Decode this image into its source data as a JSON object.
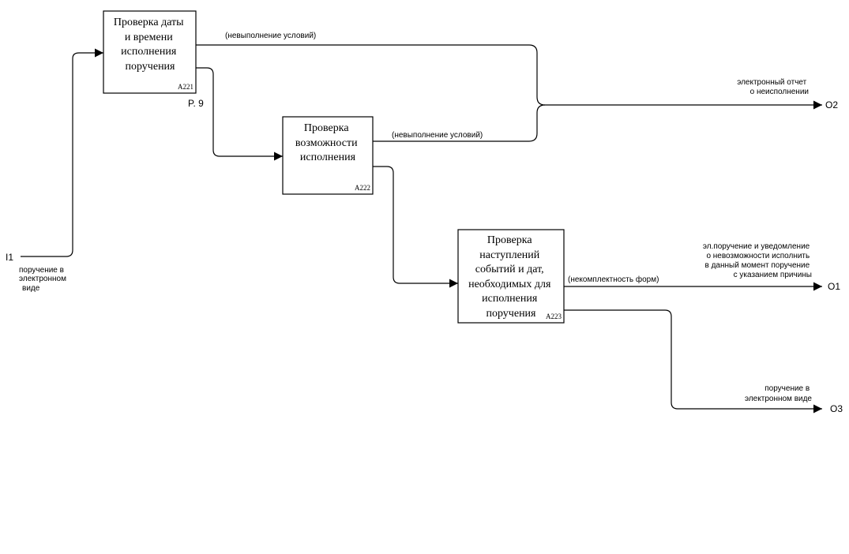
{
  "boxes": [
    {
      "id": "a221",
      "lines": [
        "Проверка даты",
        "и времени",
        "исполнения",
        "поручения"
      ],
      "num": "A221",
      "ref": "P. 9"
    },
    {
      "id": "a222",
      "lines": [
        "Проверка",
        "возможности",
        "исполнения"
      ],
      "num": "A222"
    },
    {
      "id": "a223",
      "lines": [
        "Проверка",
        "наступлений",
        "событий и дат,",
        "необходимых для",
        "исполнения",
        "поручения"
      ],
      "num": "A223"
    }
  ],
  "ports": {
    "i1": "I1",
    "o1": "O1",
    "o2": "O2",
    "o3": "O3"
  },
  "labels": {
    "input": [
      "поручение в",
      "электронном",
      "виде"
    ],
    "nonfulfil_1": "(невыполнение условий)",
    "nonfulfil_2": "(невыполнение условий)",
    "incomplete_forms": "(некомплектность форм)",
    "o2": [
      "электронный отчет",
      "о неисполнении"
    ],
    "o1": [
      "эл.поручение и уведомление",
      "о невозможности исполнить",
      "в данный момент поручение",
      "с указанием причины"
    ],
    "o3": [
      "поручение в",
      "электронном виде"
    ]
  }
}
